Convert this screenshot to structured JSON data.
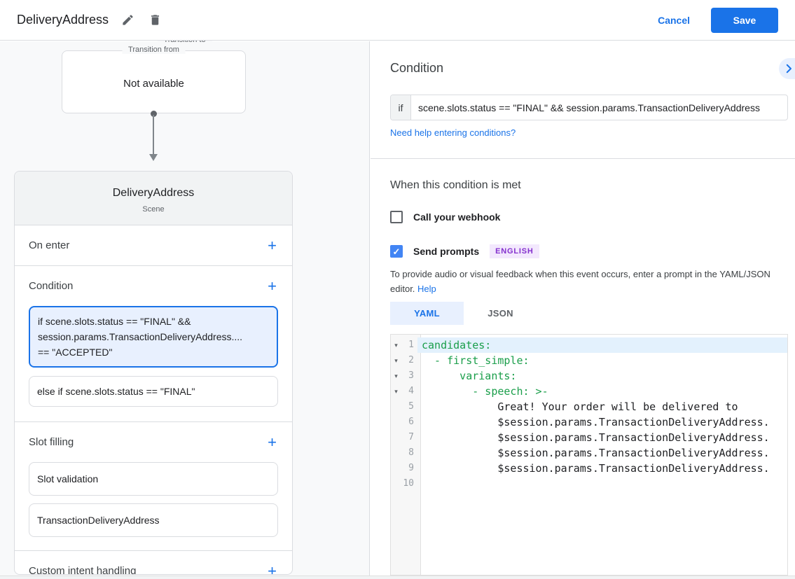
{
  "header": {
    "title": "DeliveryAddress",
    "cancel_label": "Cancel",
    "save_label": "Save"
  },
  "flow": {
    "transition_from": {
      "legend": "Transition from",
      "value": "Not available"
    },
    "transition_to": {
      "legend": "Transition to",
      "title": "DeliveryAddress",
      "subtitle": "Scene"
    },
    "on_enter_label": "On enter",
    "condition_label": "Condition",
    "condition_cards": {
      "selected": {
        "line1": "if scene.slots.status == \"FINAL\" &&",
        "line2": "session.params.TransactionDeliveryAddress....",
        "line3": "== \"ACCEPTED\""
      },
      "else_card": "else if scene.slots.status == \"FINAL\""
    },
    "slot_filling_label": "Slot filling",
    "slot_cards": {
      "validation": "Slot validation",
      "transaction": "TransactionDeliveryAddress"
    },
    "custom_intent_label": "Custom intent handling"
  },
  "condition_panel": {
    "title": "Condition",
    "if_label": "if",
    "if_value": "scene.slots.status == \"FINAL\" && session.params.TransactionDeliveryAddress",
    "help_link": "Need help entering conditions?"
  },
  "when_met": {
    "title": "When this condition is met",
    "webhook_label": "Call your webhook",
    "send_prompts_label": "Send prompts",
    "language_badge": "ENGLISH",
    "description": "To provide audio or visual feedback when this event occurs, enter a prompt in the YAML/JSON editor.",
    "help_label": "Help",
    "tabs": {
      "yaml": "YAML",
      "json": "JSON"
    }
  },
  "editor": {
    "lines": [
      {
        "num": "1",
        "text": "candidates:"
      },
      {
        "num": "2",
        "text": "  - first_simple:"
      },
      {
        "num": "3",
        "text": "      variants:"
      },
      {
        "num": "4",
        "text": "        - speech: >-"
      },
      {
        "num": "5",
        "text": "            Great! Your order will be delivered to"
      },
      {
        "num": "6",
        "text": "            $session.params.TransactionDeliveryAddress."
      },
      {
        "num": "7",
        "text": "            $session.params.TransactionDeliveryAddress."
      },
      {
        "num": "8",
        "text": "            $session.params.TransactionDeliveryAddress."
      },
      {
        "num": "9",
        "text": "            $session.params.TransactionDeliveryAddress."
      },
      {
        "num": "10",
        "text": ""
      }
    ]
  },
  "colors": {
    "accent": "#1a73e8",
    "checkbox_checked": "#4285f4",
    "selected_card_bg": "#e8f0fe",
    "selected_card_border": "#1a73e8",
    "badge_bg": "#f3e8fd",
    "badge_text": "#8430ce",
    "code_key_green": "#1a9e4a",
    "active_line_bg": "#e3f1fd",
    "tab_active_bg": "#e8f0fe",
    "panel_bg": "#f8f9fa"
  }
}
